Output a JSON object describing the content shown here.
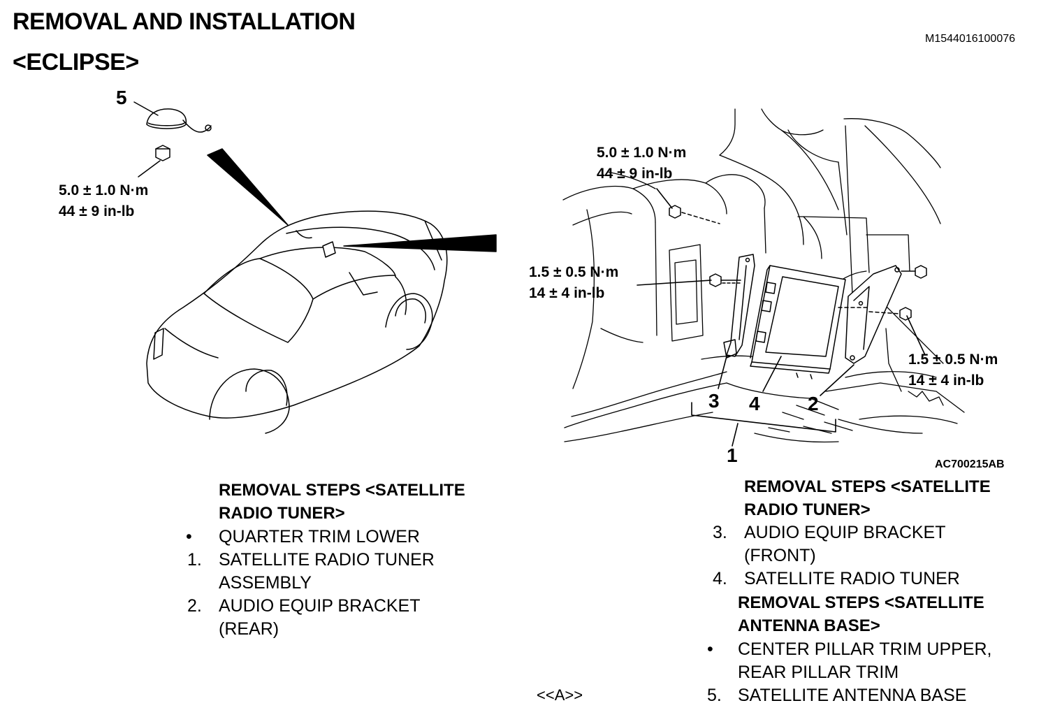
{
  "header": {
    "title": "REMOVAL AND INSTALLATION",
    "subtitle": "<ECLIPSE>",
    "doc_id": "M1544016100076"
  },
  "left_illustration": {
    "callout_5": "5",
    "torque_line1": "5.0 ± 1.0 N·m",
    "torque_line2": "44 ± 9 in-lb"
  },
  "right_illustration": {
    "torque_top_line1": "5.0 ± 1.0 N·m",
    "torque_top_line2": "44 ± 9 in-lb",
    "torque_left_line1": "1.5 ± 0.5 N·m",
    "torque_left_line2": "14 ± 4 in-lb",
    "torque_right_line1": "1.5 ± 0.5 N·m",
    "torque_right_line2": "14 ± 4 in-lb",
    "callout_1": "1",
    "callout_2": "2",
    "callout_3": "3",
    "callout_4": "4",
    "figure_id": "AC700215AB"
  },
  "steps_left": {
    "heading_line1": "REMOVAL STEPS <SATELLITE",
    "heading_line2": "RADIO TUNER>",
    "items": [
      {
        "marker": "•",
        "line1": "QUARTER TRIM LOWER",
        "line2": ""
      },
      {
        "marker": "1.",
        "line1": "SATELLITE RADIO TUNER",
        "line2": "ASSEMBLY"
      },
      {
        "marker": "2.",
        "line1": "AUDIO EQUIP BRACKET",
        "line2": "(REAR)"
      }
    ]
  },
  "steps_right": {
    "heading_line1": "REMOVAL STEPS <SATELLITE",
    "heading_line2": "RADIO TUNER>",
    "items": [
      {
        "marker": "3.",
        "line1": "AUDIO EQUIP BRACKET",
        "line2": "(FRONT)"
      },
      {
        "marker": "4.",
        "line1": "SATELLITE RADIO TUNER",
        "line2": ""
      }
    ],
    "antenna_heading_line1": "REMOVAL STEPS <SATELLITE",
    "antenna_heading_line2": "ANTENNA BASE>",
    "antenna_items": [
      {
        "marker": "•",
        "line1": "CENTER PILLAR TRIM UPPER,",
        "line2": "REAR PILLAR TRIM"
      },
      {
        "marker": "5.",
        "line1": "SATELLITE ANTENNA BASE",
        "line2": ""
      }
    ]
  },
  "footnote_ref": "<<A>>"
}
